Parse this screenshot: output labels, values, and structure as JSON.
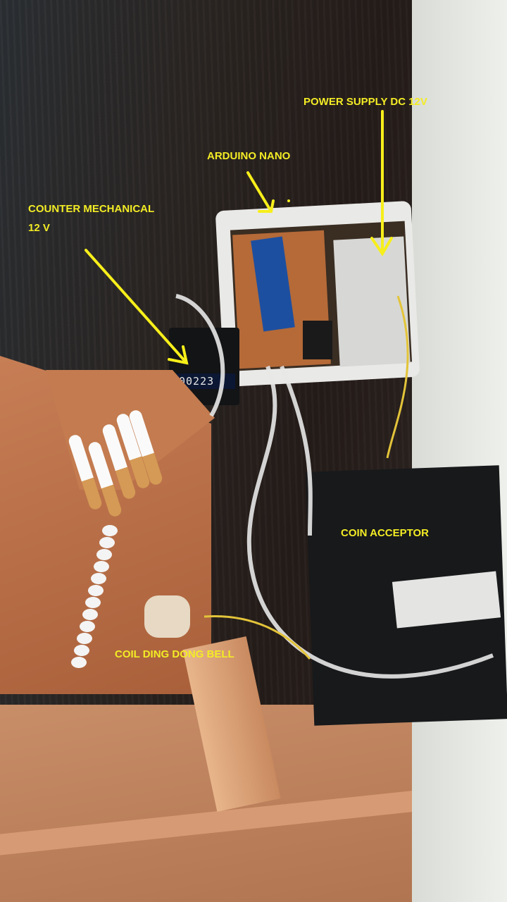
{
  "annotations": {
    "power_supply": "POWER SUPPLY DC 12V",
    "arduino": "ARDUINO NANO",
    "counter_line1": "COUNTER MECHANICAL",
    "counter_line2": "12 V",
    "coin_acceptor": "COIN ACCEPTOR",
    "coil": "COIL DING DONG BELL"
  },
  "counter_display": "00223",
  "colors": {
    "annotation": "#f3ec25",
    "wall": "#2a221f",
    "enclosure": "#e9e9e7"
  }
}
